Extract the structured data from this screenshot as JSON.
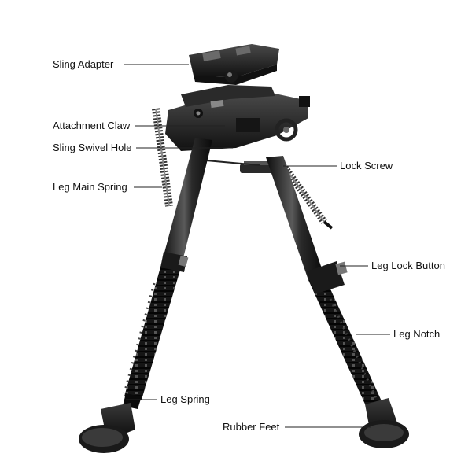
{
  "diagram": {
    "labels": {
      "sling_adapter": "Sling Adapter",
      "attachment_claw": "Attachment Claw",
      "sling_swivel_hole": "Sling Swivel Hole",
      "leg_main_spring": "Leg Main Spring",
      "lock_screw": "Lock Screw",
      "leg_lock_button": "Leg Lock Button",
      "leg_notch": "Leg Notch",
      "leg_spring": "Leg Spring",
      "rubber_feet": "Rubber Feet"
    },
    "colors": {
      "metal_dark": "#1a1a1a",
      "metal_mid": "#3a3a3a",
      "highlight": "#8a8a8a",
      "leader_line": "#222222",
      "label_text": "#111111"
    }
  }
}
